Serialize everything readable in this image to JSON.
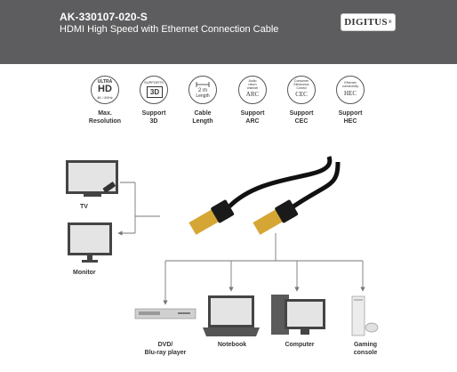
{
  "header": {
    "sku": "AK-330107-020-S",
    "subtitle": "HDMI High Speed with Ethernet Connection Cable",
    "logo": "DIGITUS",
    "logo_mark": "®"
  },
  "features": [
    {
      "icon": "ultra-hd-icon",
      "top1": "ULTRA",
      "top2": "HD",
      "top3": "4K / 60Hz",
      "label1": "Max.",
      "label2": "Resolution"
    },
    {
      "icon": "3d-icon",
      "top1": "SUPPORTS",
      "top2": "3D",
      "label1": "Support",
      "label2": "3D"
    },
    {
      "icon": "cable-length-icon",
      "top1": "2 m",
      "top2": "Length",
      "label1": "Cable",
      "label2": "Length"
    },
    {
      "icon": "arc-icon",
      "top1": "Audio",
      "top2": "return",
      "top3": "channel",
      "top4": "ARC",
      "label1": "Support",
      "label2": "ARC"
    },
    {
      "icon": "cec-icon",
      "top1": "Consumer",
      "top2": "Electronics",
      "top3": "Control",
      "top4": "CEC",
      "label1": "Support",
      "label2": "CEC"
    },
    {
      "icon": "hec-icon",
      "top1": "Ethernet",
      "top2": "connectivity",
      "top3": "HEC",
      "label1": "Support",
      "label2": "HEC"
    }
  ],
  "devices": {
    "tv": "TV",
    "monitor": "Monitor",
    "dvd1": "DVD/",
    "dvd2": "Blu-ray player",
    "notebook": "Notebook",
    "computer": "Computer",
    "gaming1": "Gaming",
    "gaming2": "console"
  },
  "colors": {
    "header_bg": "#5d5d5f",
    "line": "#777777",
    "gold": "#d6a635"
  }
}
